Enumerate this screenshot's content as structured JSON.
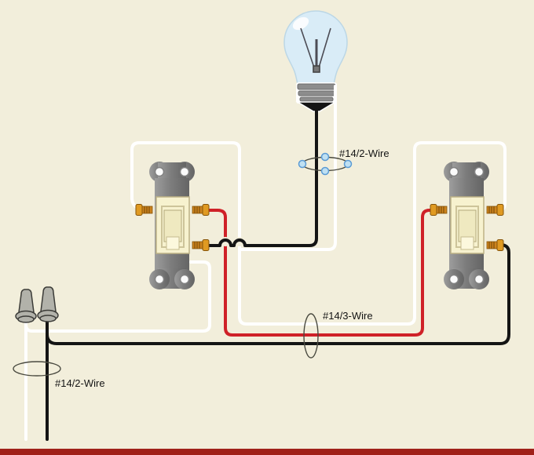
{
  "labels": {
    "cable_top": "#14/2-Wire",
    "cable_middle": "#14/3-Wire",
    "cable_bottom": "#14/2-Wire"
  },
  "components": {
    "bulb": "light-bulb",
    "switch_left": "three-way-switch",
    "switch_right": "three-way-switch",
    "connectors": "wire-nut",
    "markers": "cable-marker-ellipse"
  },
  "colors": {
    "background": "#f2eedb",
    "wire_white": "#ffffff",
    "wire_black": "#141414",
    "wire_red": "#cf2128",
    "brass": "#cd831d",
    "switch_face": "#f7f2cf",
    "bulb_glass": "#d9ecf7",
    "wire_nut": "#b2b2aa",
    "handle_fill": "#bfe0f2",
    "handle_stroke": "#5b9bd5",
    "marker_outline": "#4a4a40",
    "label_text": "#141414",
    "footer_bar": "#a02019"
  }
}
